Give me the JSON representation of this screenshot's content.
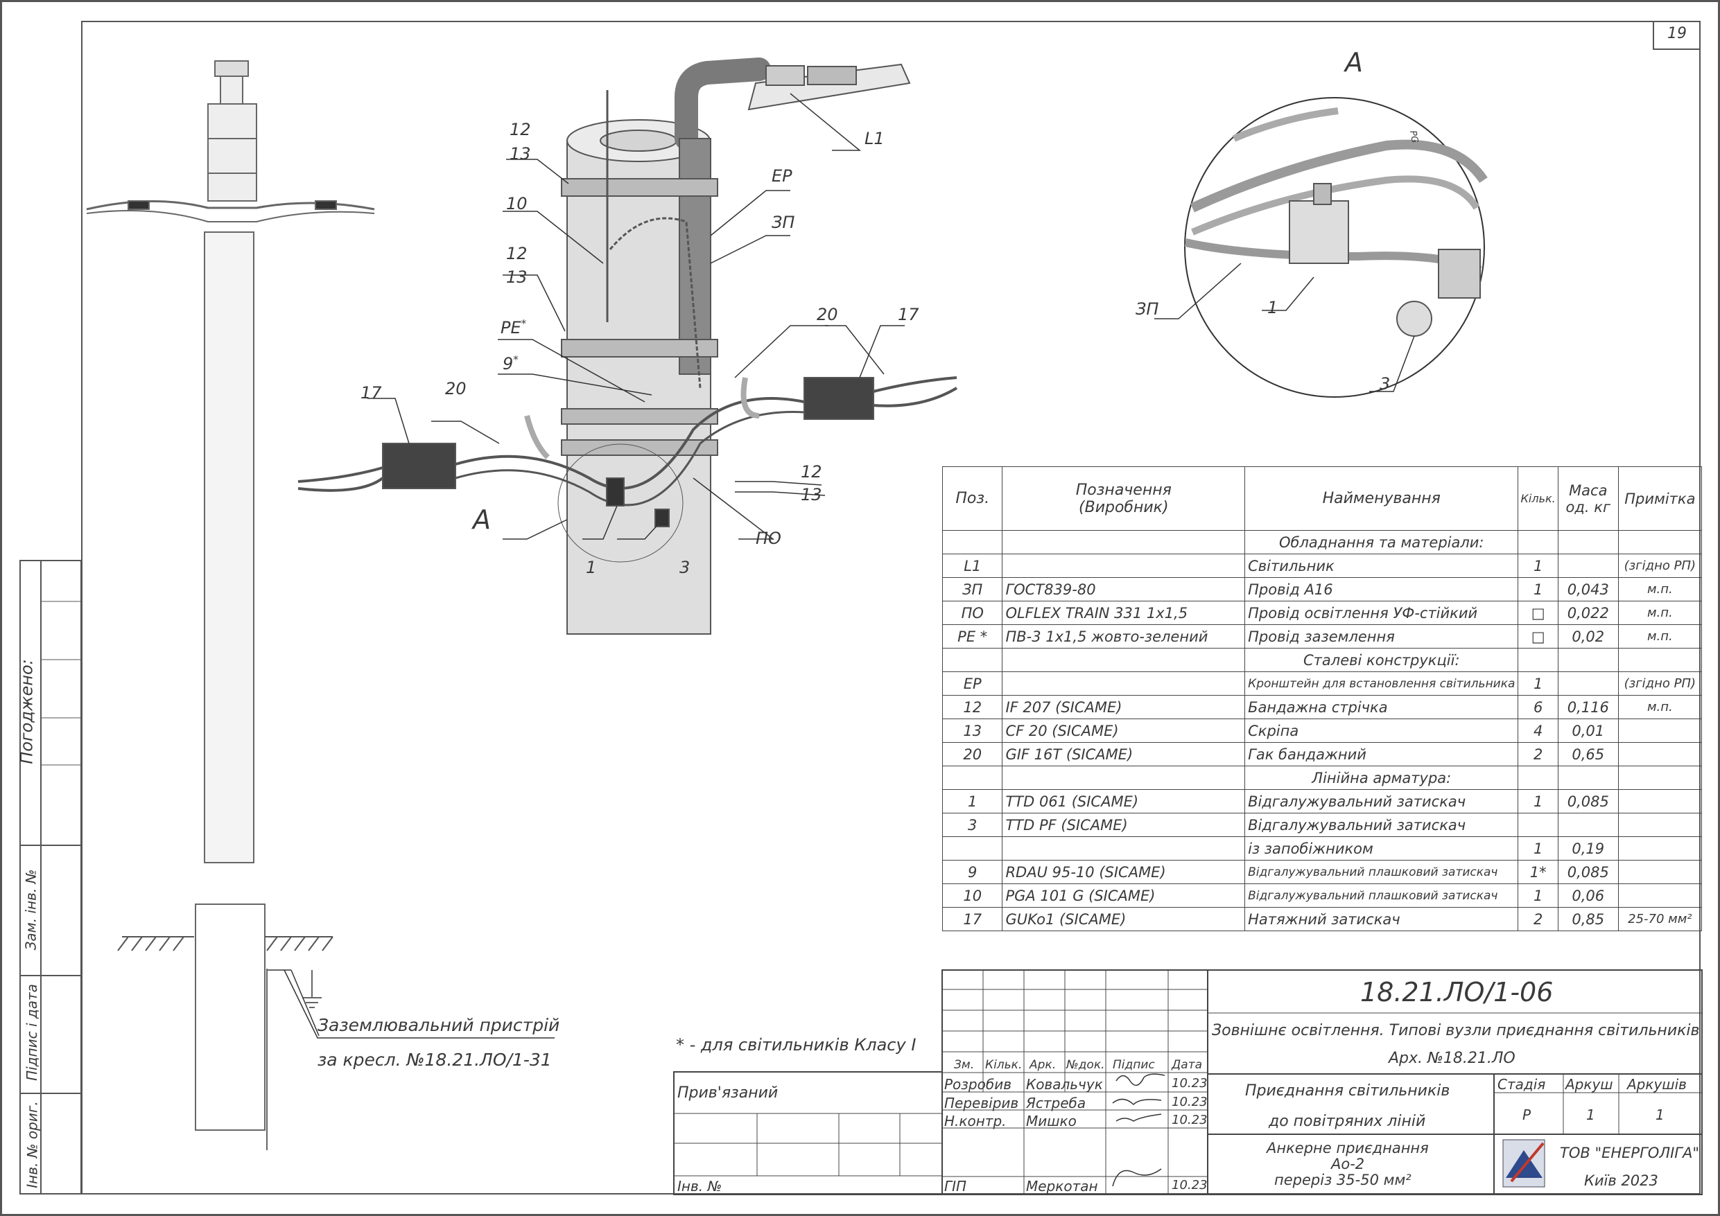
{
  "sheet_number": "19",
  "callouts": {
    "l1": "L1",
    "ep": "ЕР",
    "zp": "ЗП",
    "pe": "РЕ",
    "pe_mark": "*",
    "nine": "9",
    "nine_mark": "*",
    "c10": "10",
    "c12a": "12",
    "c13a": "13",
    "c12b": "12",
    "c13b": "13",
    "c12c": "12",
    "c13c": "13",
    "c17a": "17",
    "c17b": "17",
    "c20a": "20",
    "c20b": "20",
    "po": "ПО",
    "c1": "1",
    "c3": "3",
    "view_a": "А"
  },
  "detail_a": {
    "title": "А",
    "zp": "ЗП",
    "c1": "1",
    "c3": "3",
    "tag": "PG"
  },
  "side_stamp": {
    "agreed": "Погоджено:",
    "rows": [
      "Зам. інв. №",
      "Підпис і дата",
      "Інв. № ориг."
    ]
  },
  "ground_note": {
    "line1": "Заземлювальний пристрій",
    "line2": "за кресл. №18.21.ЛО/1-31"
  },
  "footnote": "* - для світильників Класу І",
  "spec_header": {
    "pos": "Поз.",
    "designation": [
      "Позначення",
      "(Виробник)"
    ],
    "name": "Найменування",
    "qty": "Кільк.",
    "mass": [
      "Маса",
      "од. кг"
    ],
    "note": "Примітка"
  },
  "spec_rows": [
    {
      "pos": "",
      "des": "",
      "name": "Обладнання та матеріали:",
      "qty": "",
      "mass": "",
      "note": "",
      "section": true
    },
    {
      "pos": "L1",
      "des": "",
      "name": "Світильник",
      "qty": "1",
      "mass": "",
      "note": "(згідно РП)"
    },
    {
      "pos": "ЗП",
      "des": "ГОСТ839-80",
      "name": "Провід А16",
      "qty": "1",
      "mass": "0,043",
      "note": "м.п."
    },
    {
      "pos": "ПО",
      "des": "OLFLEX TRAIN 331 1x1,5",
      "name": "Провід освітлення УФ-стійкий",
      "qty": "□",
      "mass": "0,022",
      "note": "м.п."
    },
    {
      "pos": "РЕ *",
      "des": "ПВ-3 1x1,5 жовто-зелений",
      "name": "Провід заземлення",
      "qty": "□",
      "mass": "0,02",
      "note": "м.п."
    },
    {
      "pos": "",
      "des": "",
      "name": "Сталеві конструкції:",
      "qty": "",
      "mass": "",
      "note": "",
      "section": true
    },
    {
      "pos": "ЕР",
      "des": "",
      "name": "Кронштейн для встановлення світильника",
      "qty": "1",
      "mass": "",
      "note": "(згідно РП)",
      "small": true
    },
    {
      "pos": "12",
      "des": "IF 207  (SICAME)",
      "name": "Бандажна стрічка",
      "qty": "6",
      "mass": "0,116",
      "note": "м.п."
    },
    {
      "pos": "13",
      "des": "CF 20  (SICAME)",
      "name": "Скріпа",
      "qty": "4",
      "mass": "0,01",
      "note": ""
    },
    {
      "pos": "20",
      "des": "GIF 16T  (SICAME)",
      "name": "Гак бандажний",
      "qty": "2",
      "mass": "0,65",
      "note": ""
    },
    {
      "pos": "",
      "des": "",
      "name": "Лінійна арматура:",
      "qty": "",
      "mass": "",
      "note": "",
      "section": true
    },
    {
      "pos": "1",
      "des": "TTD 061  (SICAME)",
      "name": "Відгалужувальний затискач",
      "qty": "1",
      "mass": "0,085",
      "note": ""
    },
    {
      "pos": "3",
      "des": "TTD PF  (SICAME)",
      "name": "Відгалужувальний затискач",
      "qty": "",
      "mass": "",
      "note": ""
    },
    {
      "pos": "",
      "des": "",
      "name": "із запобіжником",
      "qty": "1",
      "mass": "0,19",
      "note": ""
    },
    {
      "pos": "9",
      "des": "RDAU 95-10  (SICAME)",
      "name": "Відгалужувальний плашковий затискач",
      "qty": "1*",
      "mass": "0,085",
      "note": "",
      "small": true
    },
    {
      "pos": "10",
      "des": "PGA 101 G  (SICAME)",
      "name": "Відгалужувальний плашковий затискач",
      "qty": "1",
      "mass": "0,06",
      "note": "",
      "small": true
    },
    {
      "pos": "17",
      "des": "GUKo1  (SICAME)",
      "name": "Натяжний затискач",
      "qty": "2",
      "mass": "0,85",
      "note": "25-70 мм²"
    }
  ],
  "title_block": {
    "doc_code": "18.21.ЛО/1-06",
    "project_line1": "Зовнішнє освітлення. Типові вузли приєднання світильників",
    "project_line2": "Арх. №18.21.ЛО",
    "columns": [
      "Зм.",
      "Кільк.",
      "Арк.",
      "№док.",
      "Підпис",
      "Дата"
    ],
    "people": [
      {
        "role": "Розробив",
        "name": "Ковальчук",
        "date": "10.23"
      },
      {
        "role": "Перевірив",
        "name": "Ястреба",
        "date": "10.23"
      },
      {
        "role": "Н.контр.",
        "name": "Мишко",
        "date": "10.23"
      },
      {
        "role": "ГІП",
        "name": "Меркотан",
        "date": "10.23"
      }
    ],
    "sheet_title_line1": "Приєднання світильників",
    "sheet_title_line2": "до повітряних ліній",
    "stage_label": "Стадія",
    "sheet_label": "Аркуш",
    "sheets_label": "Аркушів",
    "stage": "Р",
    "sheet": "1",
    "sheets": "1",
    "drawing_line1": "Анкерне приєднання",
    "drawing_line2": "Ао-2",
    "drawing_line3": "переріз 35-50 мм²",
    "company": "ТОВ \"ЕНЕРГОЛІГА\"",
    "city_year": "Київ 2023",
    "linked": "Прив'язаний",
    "inv": "Інв. №"
  }
}
